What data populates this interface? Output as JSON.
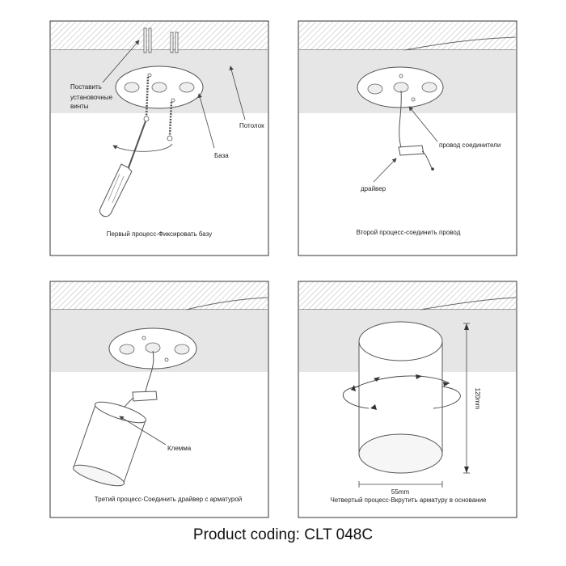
{
  "panels": [
    {
      "labels": {
        "screws": [
          "Поставить",
          "установочные",
          "винты"
        ],
        "ceiling": "Потолок",
        "base": "База"
      },
      "caption": "Первый процесс-Фиксировать базу"
    },
    {
      "labels": {
        "connector_wire": "провод соединители",
        "driver": "драйвер"
      },
      "caption": "Второй процесс-соединить провод"
    },
    {
      "labels": {
        "terminal": "Клемма"
      },
      "caption": "Третий процесс-Соединить драйвер с арматурой"
    },
    {
      "labels": {
        "height": "120mm",
        "diameter": "55mm"
      },
      "caption": "Четвертый процесс-Вкрутить арматуру в основание"
    }
  ],
  "footer": "Product coding: CLT 048C",
  "colors": {
    "ceiling_gray": "#e6e6e6",
    "hatch": "#b5b5b5",
    "line": "#555555",
    "panel_border": "#333333"
  }
}
